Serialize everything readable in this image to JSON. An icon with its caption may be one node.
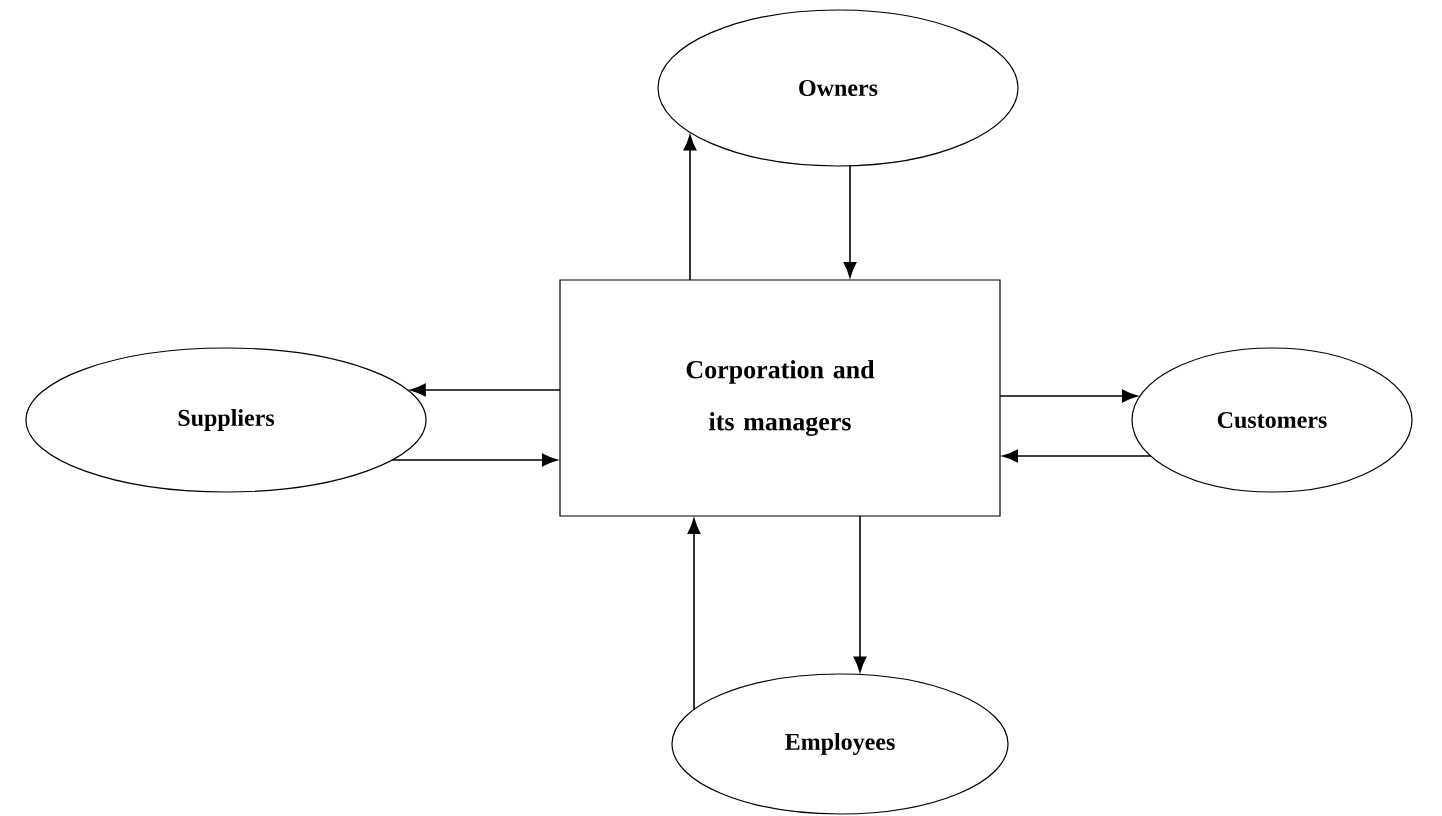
{
  "diagram": {
    "nodes": [
      {
        "text": [
          "Owners"
        ]
      },
      {
        "text": [
          "Suppliers"
        ]
      },
      {
        "text": [
          "Corporation and its managers"
        ]
      },
      {
        "text": [
          "Customers"
        ]
      },
      {
        "text": [
          "Employees"
        ]
      }
    ],
    "edges": [
      {
        "from": 2,
        "to": 0,
        "arrow": "to"
      },
      {
        "from": 0,
        "to": 2,
        "arrow": "to"
      },
      {
        "from": 2,
        "to": 1,
        "arrow": "to"
      },
      {
        "from": 1,
        "to": 2,
        "arrow": "to"
      },
      {
        "from": 2,
        "to": 3,
        "arrow": "to"
      },
      {
        "from": 3,
        "to": 2,
        "arrow": "to"
      },
      {
        "from": 4,
        "to": 2,
        "arrow": "to"
      },
      {
        "from": 2,
        "to": 4,
        "arrow": "to"
      }
    ]
  }
}
